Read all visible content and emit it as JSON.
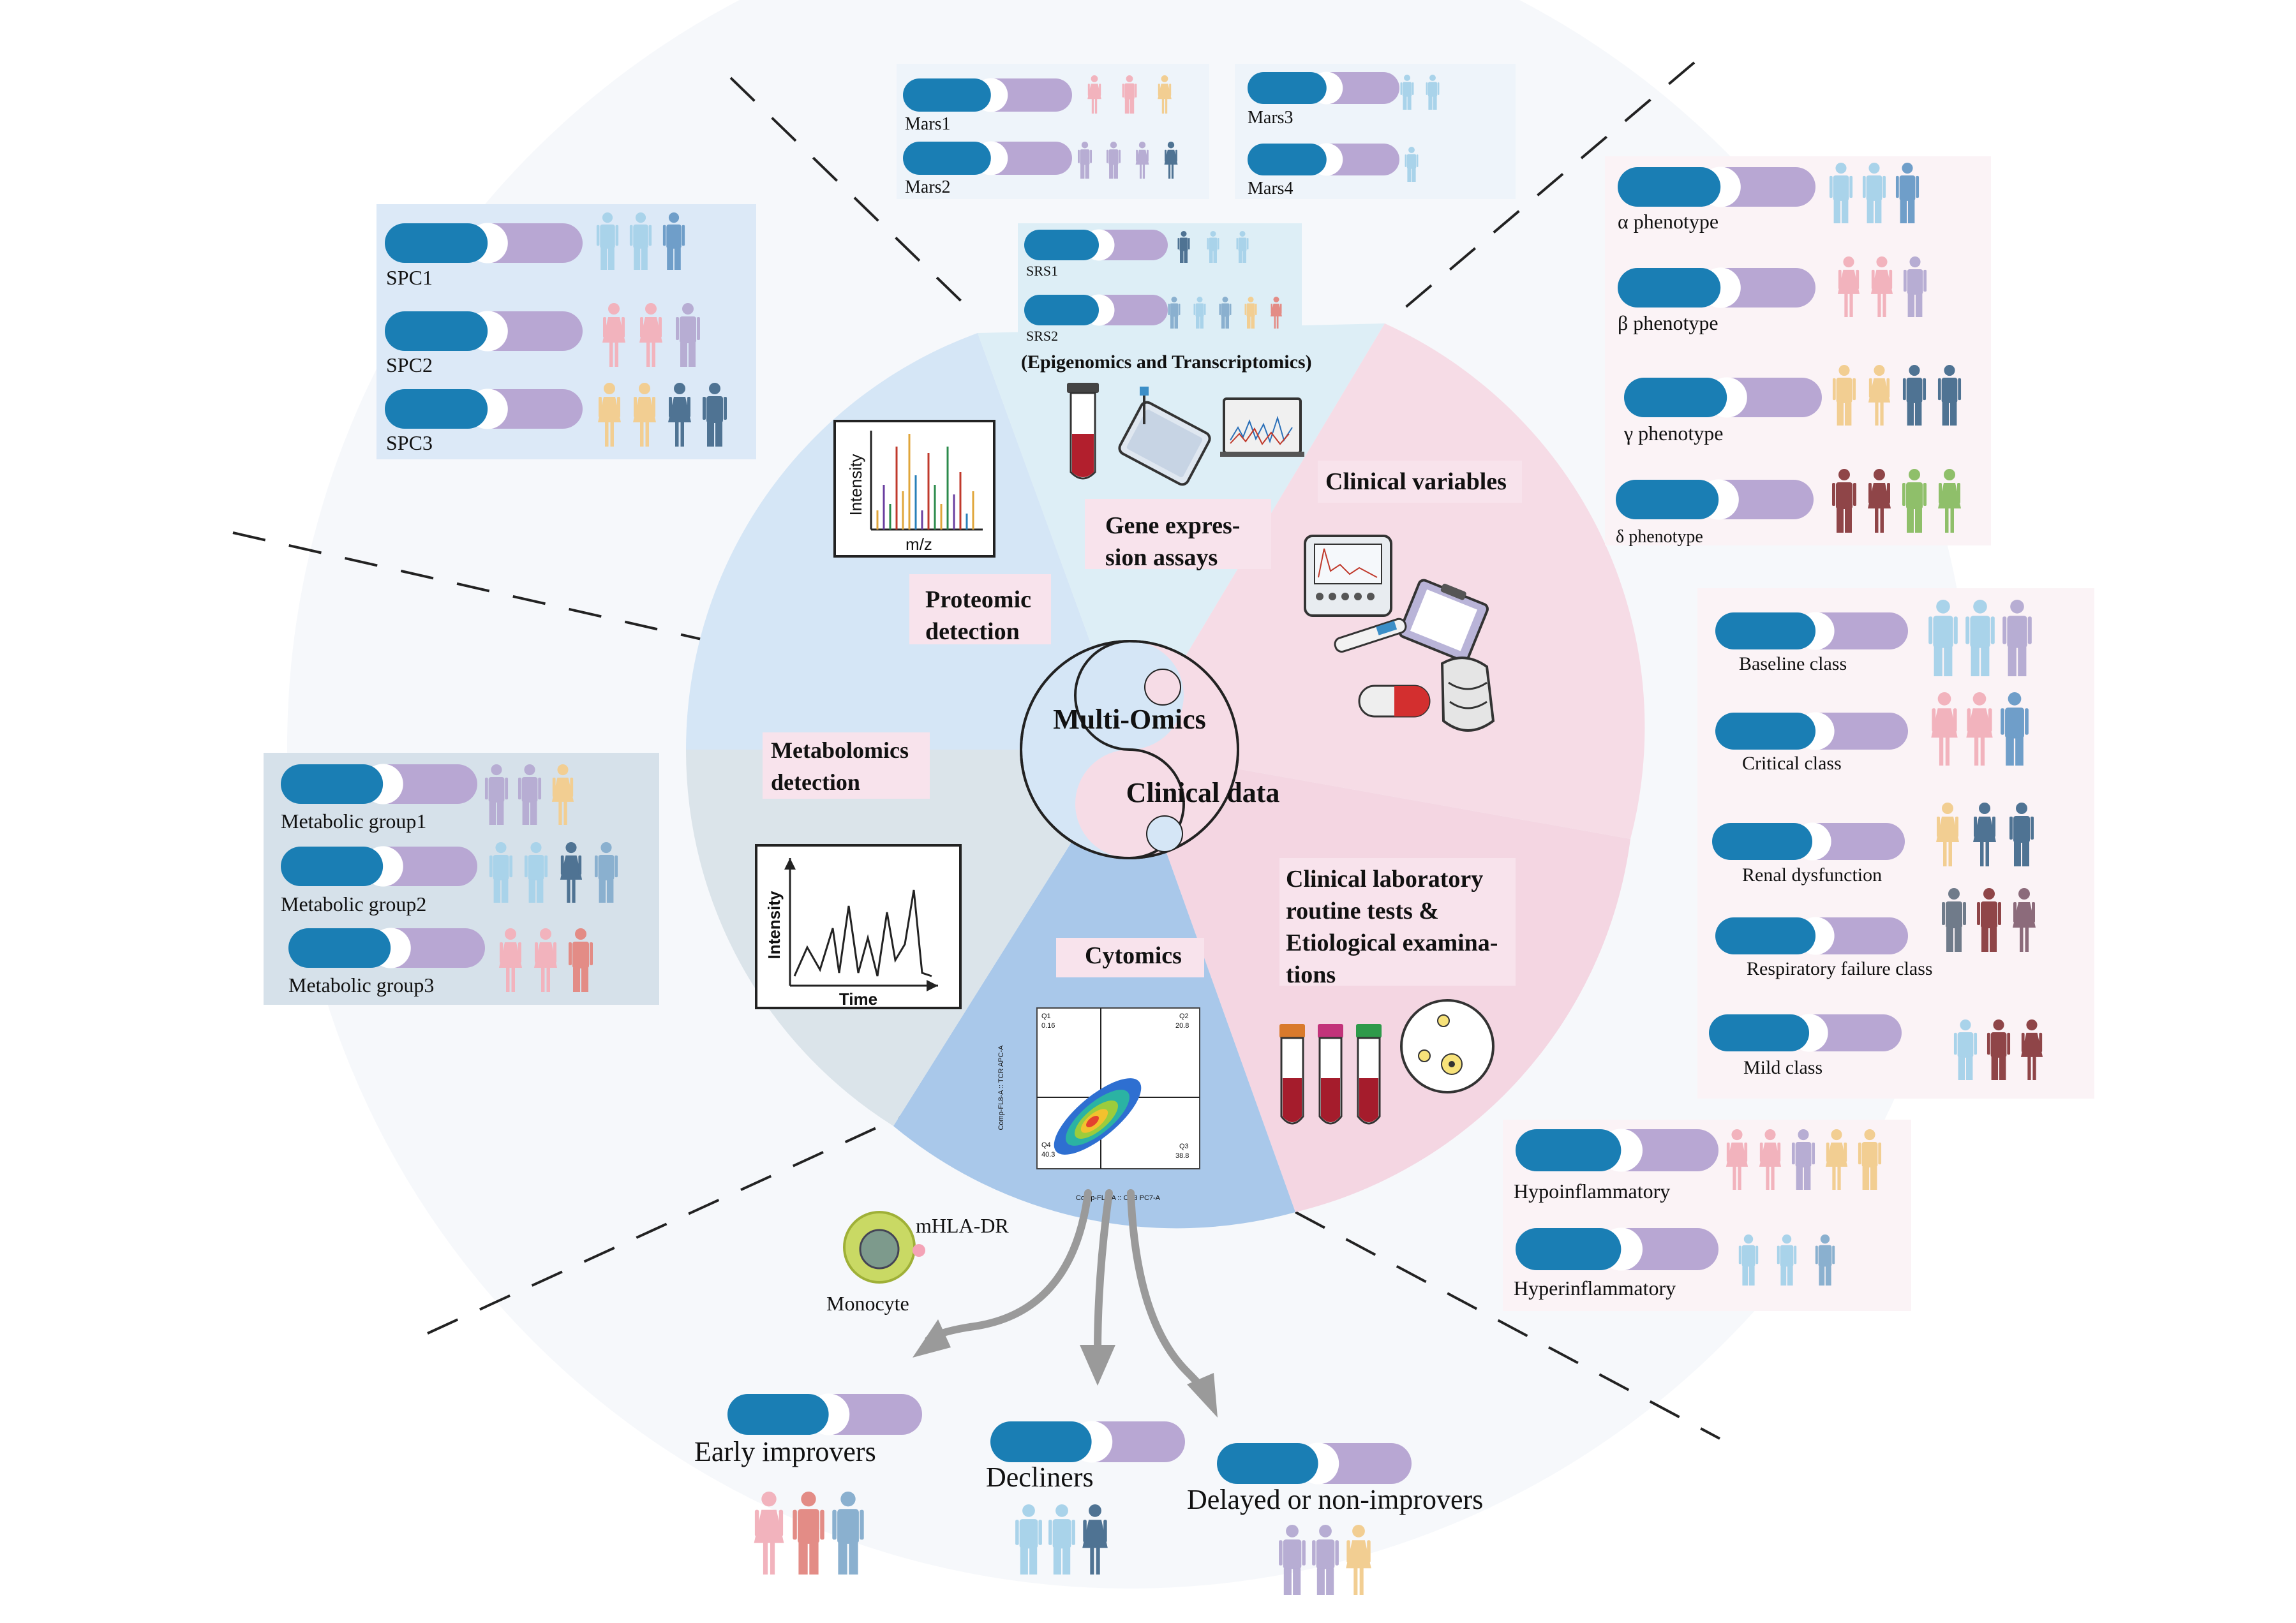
{
  "center": {
    "top": "Multi-Omics",
    "bottom": "Clinical data"
  },
  "sectors": {
    "gene": {
      "title_line1": "Gene expres-",
      "title_line2": "sion assays",
      "subtitle": "(Epigenomics and Transcriptomics)"
    },
    "proteomic": {
      "title_line1": "Proteomic",
      "title_line2": "detection",
      "plot_y": "Intensity",
      "plot_x": "m/z"
    },
    "metabolomics": {
      "title_line1": "Metabolomics",
      "title_line2": "detection",
      "plot_y": "Intensity",
      "plot_x": "Time"
    },
    "cytomics": {
      "title": "Cytomics",
      "flow_labels": [
        "Q1",
        "0.16",
        "Q2",
        "20.8",
        "Q4",
        "40.3",
        "Q3",
        "38.8"
      ],
      "flow_xaxis": "Comp-FL5-A :: CD3 PC7-A",
      "flow_yaxis": "Comp-FL8-A :: TCR APC-A"
    },
    "clinical_vars": {
      "title": "Clinical variables"
    },
    "clinical_lab": {
      "line1": "Clinical laboratory",
      "line2": "routine tests &",
      "line3": "Etiological examina-",
      "line4": "tions"
    }
  },
  "groups": {
    "spc": [
      "SPC1",
      "SPC2",
      "SPC3"
    ],
    "mars": [
      "Mars1",
      "Mars2",
      "Mars3",
      "Mars4"
    ],
    "srs": [
      "SRS1",
      "SRS2"
    ],
    "phenotype": [
      "α phenotype",
      "β phenotype",
      "γ phenotype",
      "δ phenotype"
    ],
    "classes": [
      "Baseline class",
      "Critical class",
      "Renal dysfunction",
      "Respiratory failure class",
      "Mild class"
    ],
    "inflam": [
      "Hypoinflammatory",
      "Hyperinflammatory"
    ],
    "metabolic": [
      "Metabolic group1",
      "Metabolic group2",
      "Metabolic group3"
    ],
    "trajectory": [
      "Early improvers",
      "Decliners",
      "Delayed or non-improvers"
    ]
  },
  "monocyte": {
    "marker": "mHLA-DR",
    "cell": "Monocyte"
  },
  "colors": {
    "pill_blue": "#1a7eb4",
    "pill_purple": "#b8a7d3",
    "sector_blue": "#d5e6f6",
    "sector_pink": "#f6dce6",
    "sector_grey": "#dbe4ea",
    "sector_cyto": "#a9c8ea",
    "sector_teal": "#ddeef6",
    "label_bg": "#f8e3ec"
  }
}
